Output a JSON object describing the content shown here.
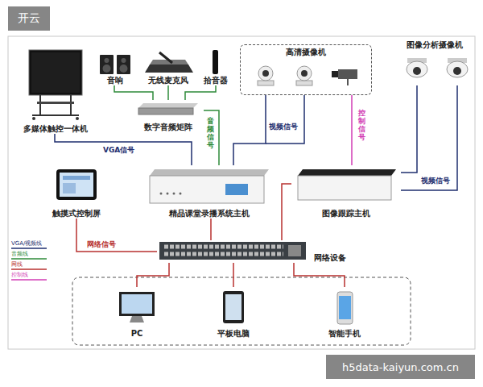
{
  "diagram": {
    "nodes": [
      {
        "text": [
          "多媒体触控一体机"
        ]
      },
      {
        "text": [
          "音响"
        ]
      },
      {
        "text": [
          "无线麦克风"
        ]
      },
      {
        "text": [
          "拾音器"
        ]
      },
      {
        "text": [
          "高清摄像机"
        ]
      },
      {
        "text": [
          "图像分析摄像机"
        ]
      },
      {
        "text": [
          "数字音频矩阵"
        ]
      },
      {
        "text": [
          "触摸式控制屏"
        ]
      },
      {
        "text": [
          "精品课堂录播系统主机"
        ]
      },
      {
        "text": [
          "图像跟踪主机"
        ]
      },
      {
        "text": [
          "网络设备"
        ]
      },
      {
        "text": [
          "PC"
        ]
      },
      {
        "text": [
          "平板电脑"
        ]
      },
      {
        "text": [
          "智能手机"
        ]
      }
    ],
    "edges": [
      {
        "from": 0,
        "to": 8,
        "label": "VGA信号",
        "arrow": "none"
      },
      {
        "from": 1,
        "to": 6,
        "arrow": "none"
      },
      {
        "from": 2,
        "to": 6,
        "arrow": "none"
      },
      {
        "from": 3,
        "to": 6,
        "arrow": "none"
      },
      {
        "from": 6,
        "to": 8,
        "label": "音频信号",
        "arrow": "none"
      },
      {
        "from": 4,
        "to": 8,
        "label": "视频信号",
        "arrow": "none"
      },
      {
        "from": 4,
        "to": 9,
        "label": "控制信号",
        "arrow": "none"
      },
      {
        "from": 5,
        "to": 9,
        "label": "视频信号",
        "arrow": "none"
      },
      {
        "from": 7,
        "to": 10,
        "label": "网络信号",
        "arrow": "none"
      },
      {
        "from": 8,
        "to": 10,
        "arrow": "none"
      },
      {
        "from": 9,
        "to": 10,
        "arrow": "none"
      },
      {
        "from": 10,
        "to": 11,
        "arrow": "none"
      },
      {
        "from": 10,
        "to": 12,
        "arrow": "none"
      },
      {
        "from": 10,
        "to": 13,
        "arrow": "none"
      }
    ],
    "labels": [
      "开云",
      "h5data-kaiyun.com.cn"
    ],
    "legend": [
      {
        "text": "VGA/视频线"
      },
      {
        "text": "音频线"
      },
      {
        "text": "网线"
      },
      {
        "text": "控制线"
      }
    ]
  }
}
